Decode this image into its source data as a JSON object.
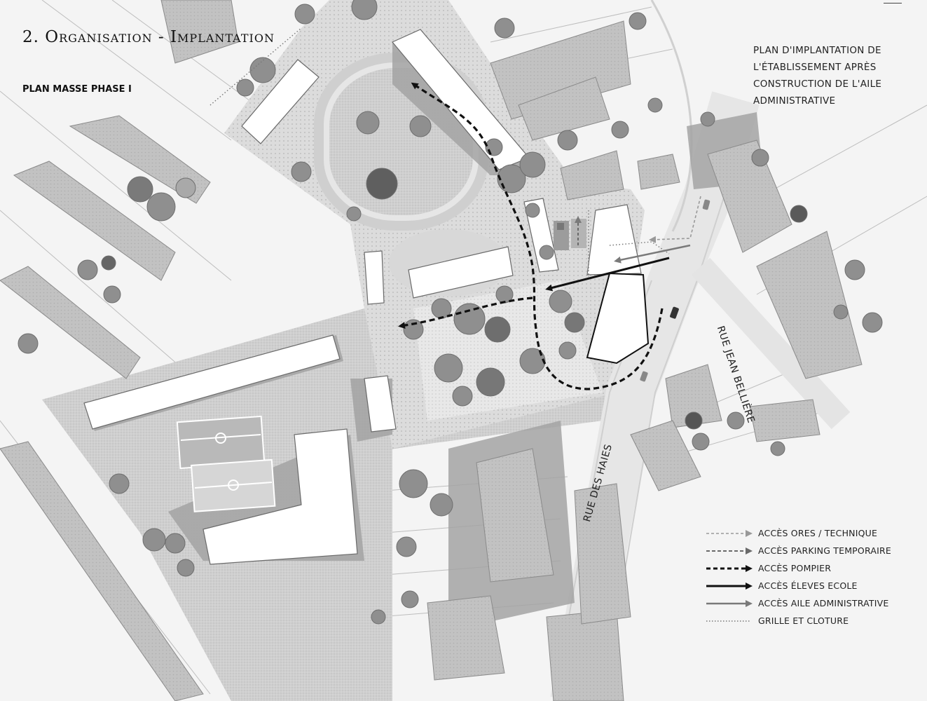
{
  "header": {
    "title": "2. Organisation - Implantation",
    "subtitle": "PLAN MASSE PHASE I",
    "description": "PLAN D'IMPLANTATION DE L'ÉTABLISSEMENT APRÈS CONSTRUCTION DE L'AILE ADMINISTRATIVE"
  },
  "streets": {
    "rue_jean_belliere": "RUE JEAN BELLIÈRE",
    "rue_des_haies": "RUE DES HAIES"
  },
  "legend": [
    {
      "label": "ACCÈS ORES / TECHNIQUE",
      "style": "dashed-light-arrow",
      "color": "#888888"
    },
    {
      "label": "ACCÈS PARKING TEMPORAIRE",
      "style": "dashed-mid-arrow",
      "color": "#6a6a6a"
    },
    {
      "label": "ACCÈS POMPIER",
      "style": "dashed-bold-arrow",
      "color": "#111111"
    },
    {
      "label": "ACCÈS ÉLEVES ECOLE",
      "style": "solid-bold-arrow",
      "color": "#111111"
    },
    {
      "label": "ACCÈS AILE ADMINISTRATIVE",
      "style": "solid-grey-arrow",
      "color": "#7a7a7a"
    },
    {
      "label": "GRILLE ET CLOTURE",
      "style": "dotted-line",
      "color": "#777777"
    }
  ],
  "colors": {
    "ground": "#f4f4f4",
    "site_paving": "#c9c9c9",
    "courtyard": "#e2e2e2",
    "building_roof": "#ffffff",
    "neighbor_roof": "#bdbdbd",
    "shadow": "#9a9a9a",
    "tree": "#8c8c8c"
  }
}
